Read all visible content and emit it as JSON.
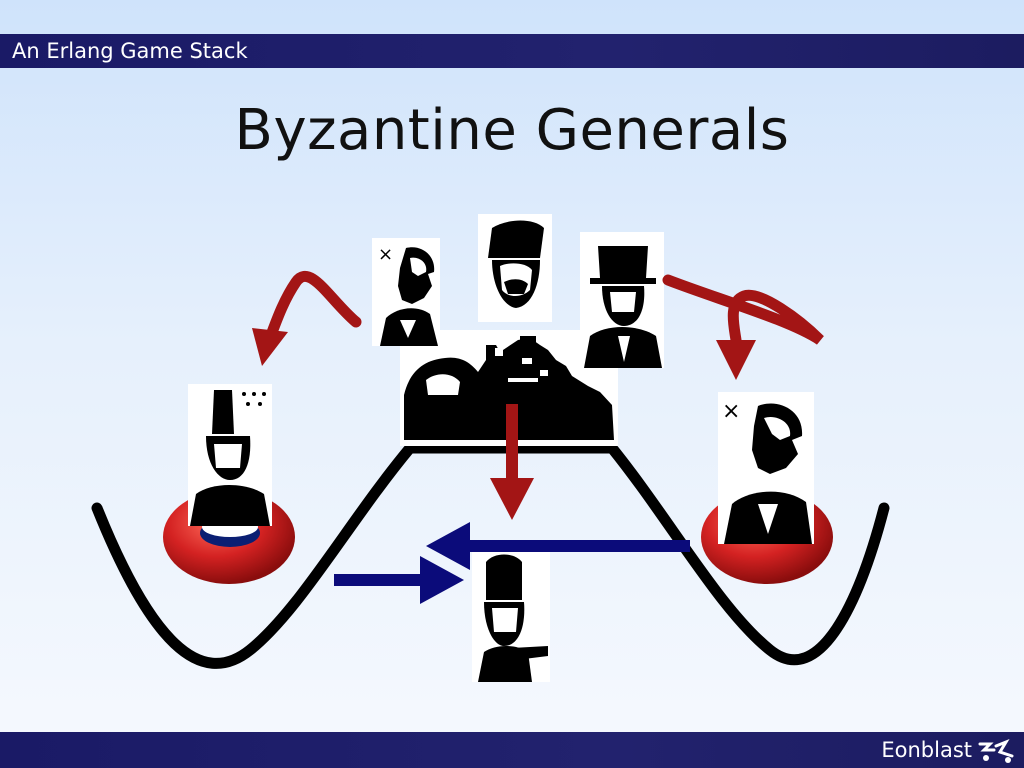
{
  "header": {
    "deck_title": "An Erlang Game Stack"
  },
  "slide": {
    "title": "Byzantine Generals"
  },
  "footer": {
    "brand_name": "Eonblast",
    "brand_logo_icon": "eonblast-logo-icon"
  },
  "diagram": {
    "colors": {
      "curve": "#000000",
      "red_arrow": "#a31515",
      "blue_arrow": "#0b0b7a",
      "ball_red": "#d42222",
      "ball_blue": "#0b1f73"
    },
    "icons": [
      "general-portrait-icon",
      "castle-icon",
      "arrow-icon",
      "ball-icon"
    ]
  }
}
